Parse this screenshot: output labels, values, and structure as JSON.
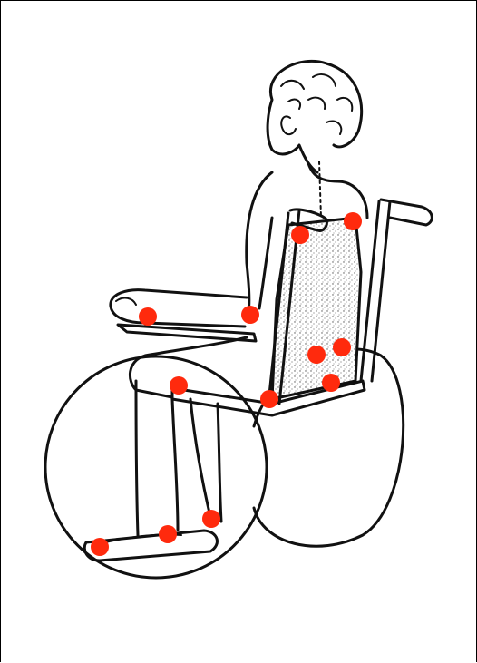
{
  "colors": {
    "background": "#ffffff",
    "ink": "#111111",
    "pressure_point": "#ff2a0d",
    "cushion_speckle": "#b8b8b8"
  },
  "illustration": {
    "subject": "person-seated-in-wheelchair",
    "pressure_points": [
      {
        "id": "shoulder-blade-left"
      },
      {
        "id": "shoulder-blade-right"
      },
      {
        "id": "elbow"
      },
      {
        "id": "forearm"
      },
      {
        "id": "sacrum-left"
      },
      {
        "id": "sacrum-right"
      },
      {
        "id": "ischial-tuberosity"
      },
      {
        "id": "hip-side"
      },
      {
        "id": "knee-back"
      },
      {
        "id": "heel-back"
      },
      {
        "id": "foot-side"
      },
      {
        "id": "toe"
      }
    ]
  }
}
